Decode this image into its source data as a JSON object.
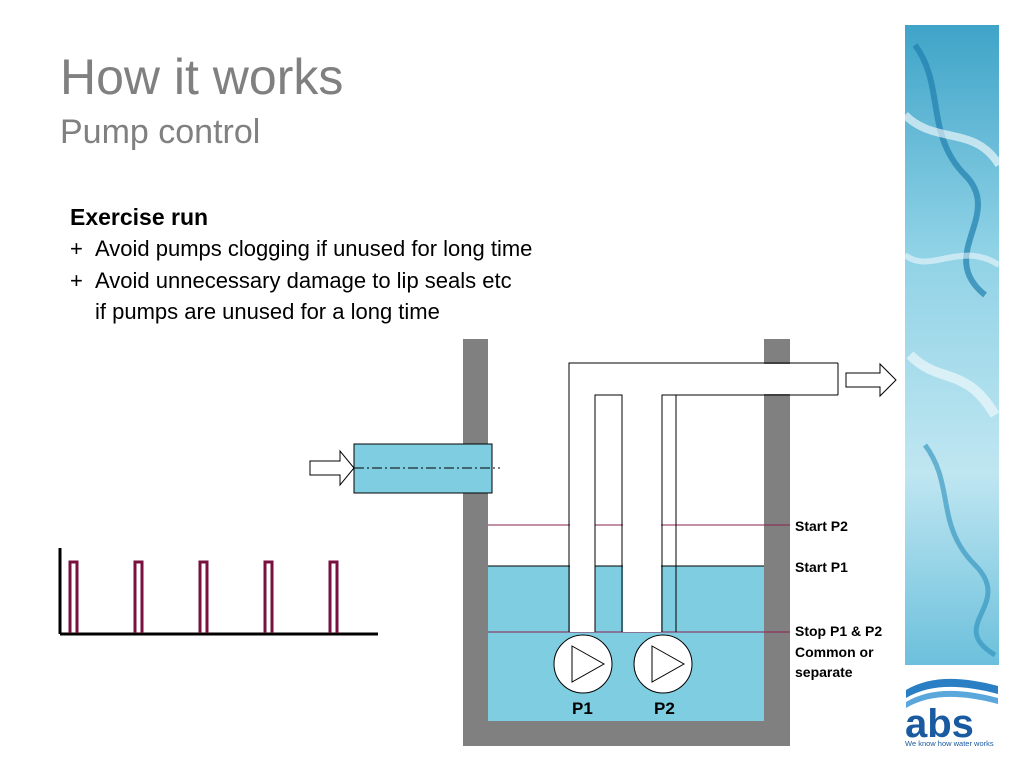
{
  "slide": {
    "title": "How it works",
    "subtitle": "Pump control"
  },
  "content": {
    "heading": "Exercise run",
    "bullets": [
      {
        "mark": "+",
        "line1": "Avoid pumps clogging if unused for long time",
        "line2": ""
      },
      {
        "mark": "+",
        "line1": "Avoid unnecessary damage to lip seals etc",
        "line2": "if pumps are unused for a long time"
      }
    ]
  },
  "diagram": {
    "levels": {
      "start_p2": "Start P2",
      "start_p1": "Start P1",
      "stop_line1": "Stop P1 & P2",
      "stop_line2": "Common or",
      "stop_line3": "separate"
    },
    "pumps": {
      "p1": "P1",
      "p2": "P2"
    },
    "exercise_pulses": 5
  },
  "logo": {
    "name": "abs",
    "tagline": "We know how water works"
  },
  "colors": {
    "title_gray": "#808080",
    "wall_gray": "#808080",
    "water_blue": "#7fcde0",
    "level_line": "#8a2050",
    "pulse": "#7a1040",
    "logo_blue": "#1a5aa0"
  }
}
